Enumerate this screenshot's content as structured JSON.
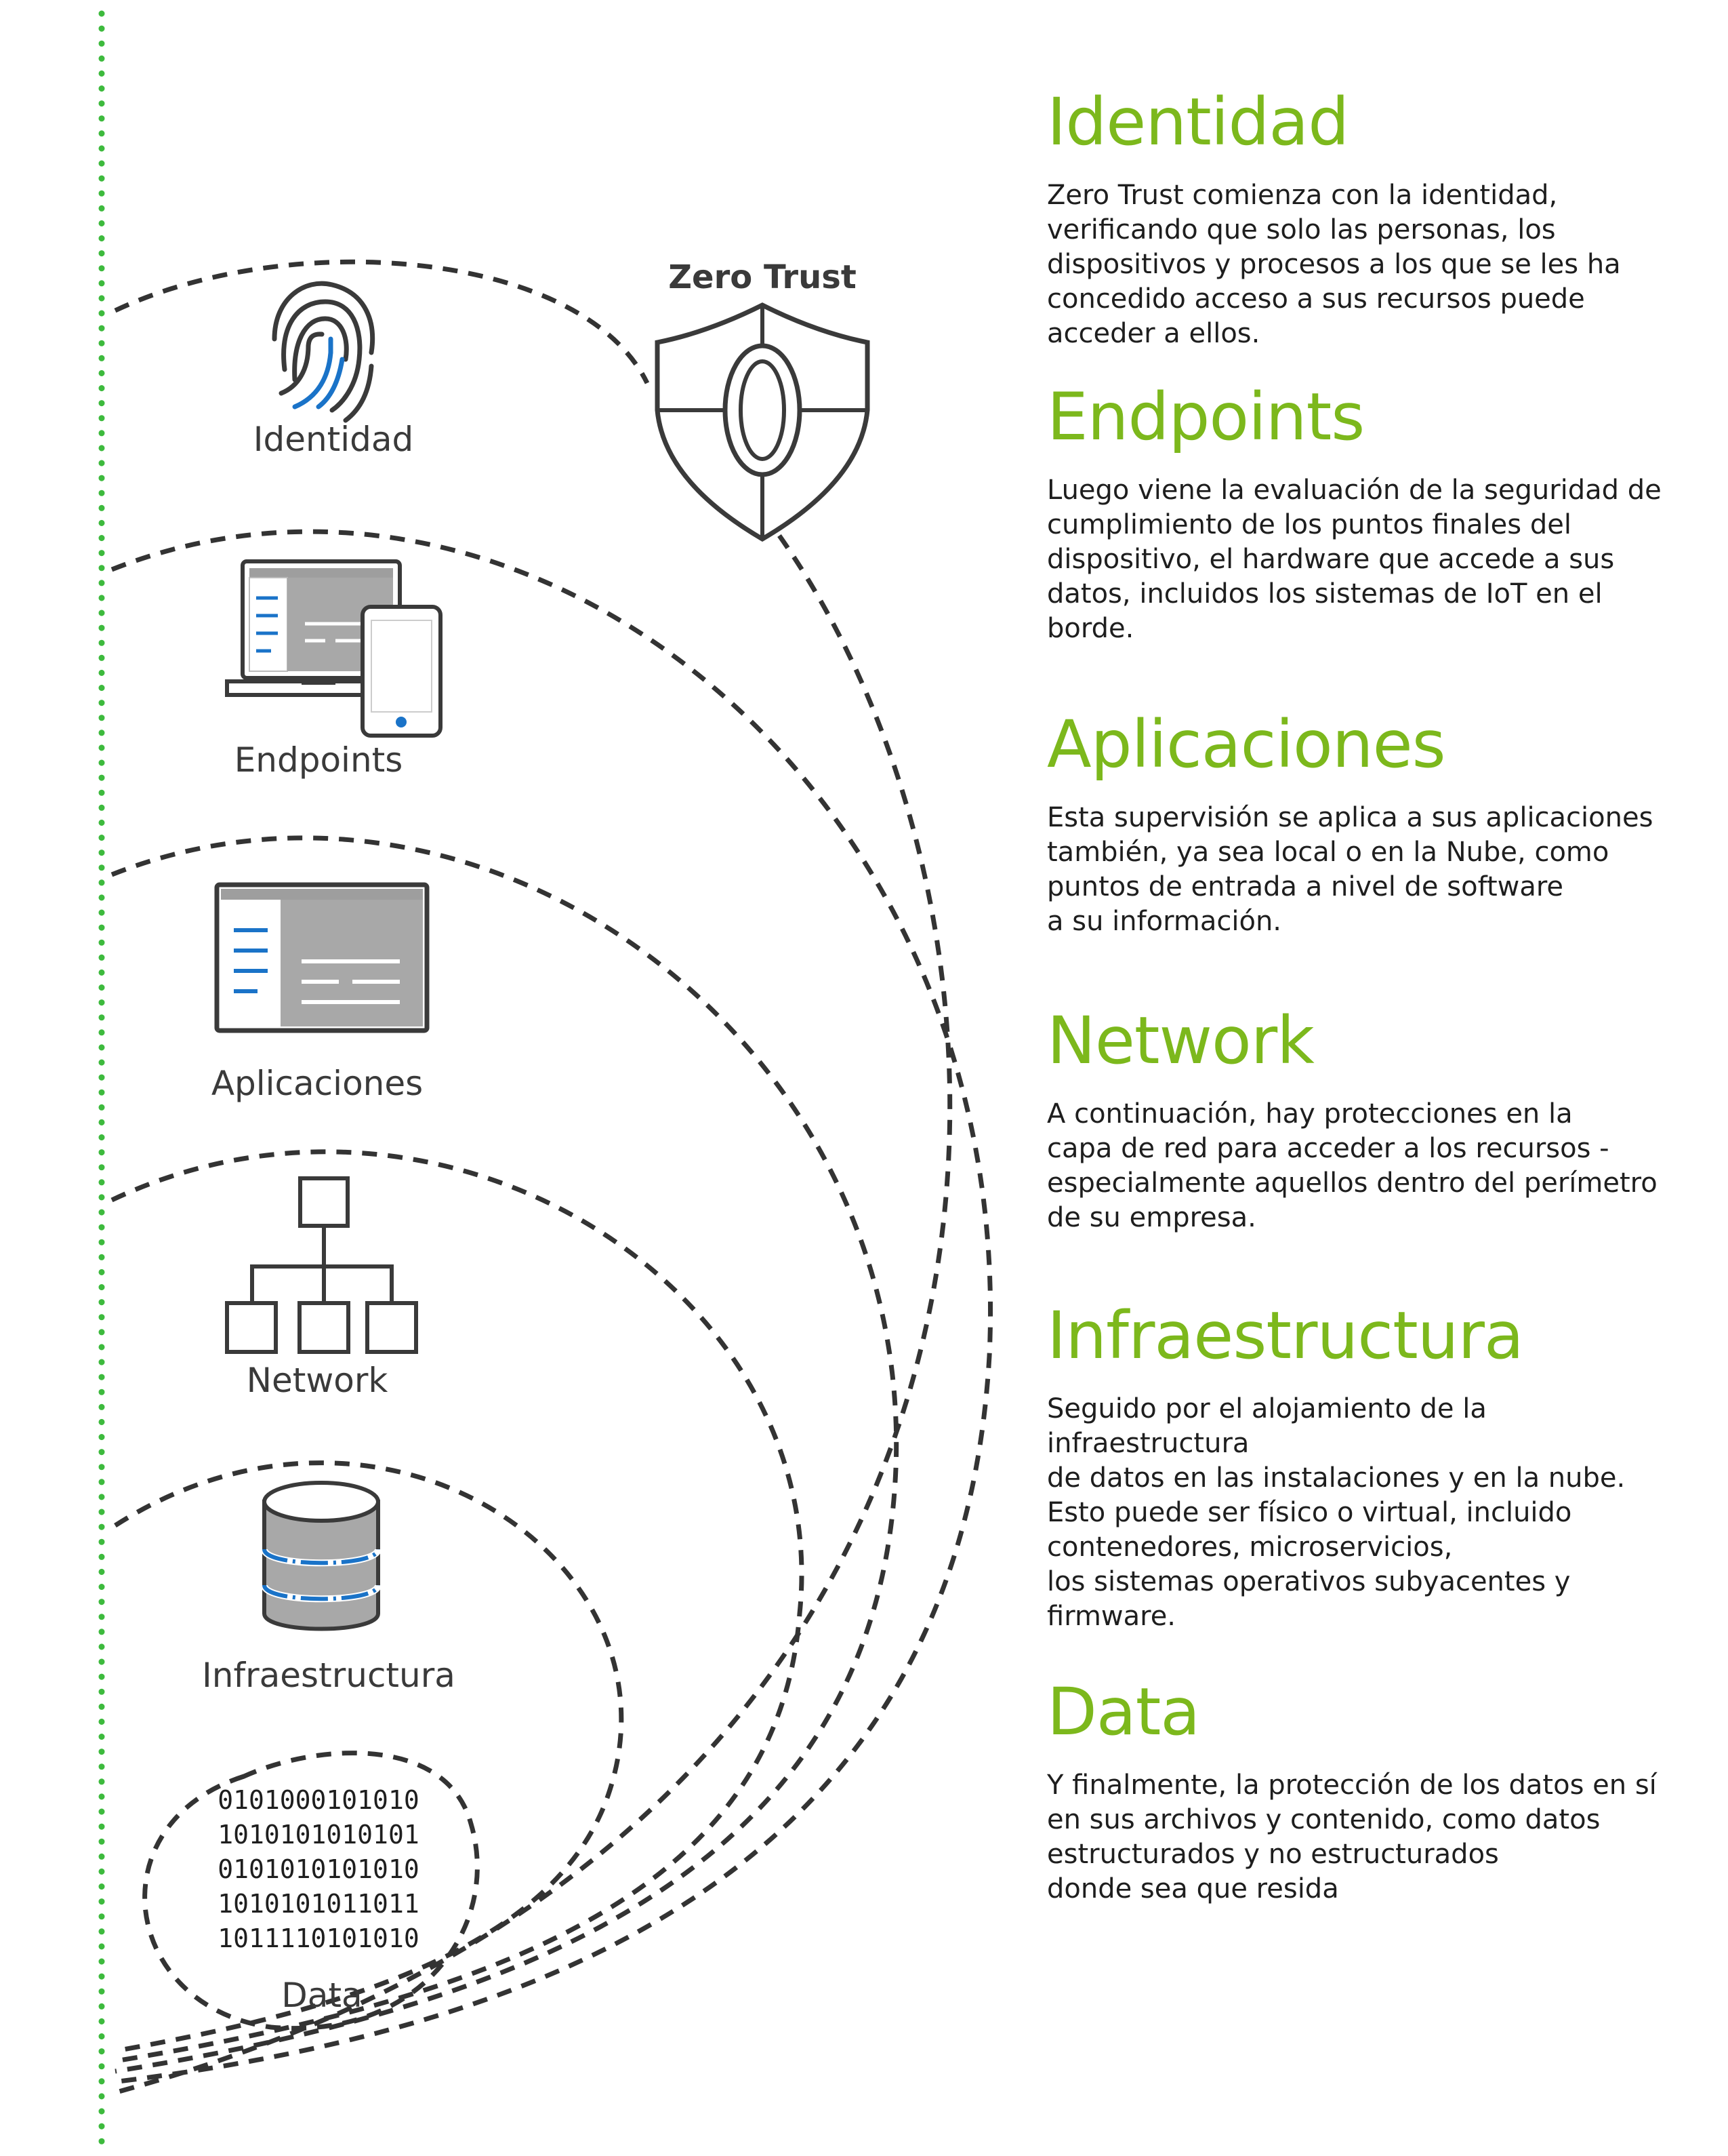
{
  "diagram": {
    "shield_title": "Zero Trust",
    "labels": {
      "identidad": "Identidad",
      "endpoints": "Endpoints",
      "aplicaciones": "Aplicaciones",
      "network": "Network",
      "infraestructura": "Infraestructura",
      "data": "Data"
    },
    "binary_rows": [
      "0101000101010",
      "1010101010101",
      "0101010101010",
      "1010101011011",
      "1011110101010"
    ],
    "icons": [
      "fingerprint-icon",
      "laptop-phone-icon",
      "application-window-icon",
      "network-hierarchy-icon",
      "database-icon",
      "shield-icon"
    ],
    "colors": {
      "accent_green": "#7cb81c",
      "accent_blue": "#1a73c8",
      "line_dark": "#333333",
      "dotted_green": "#3dba3d"
    }
  },
  "sections": [
    {
      "title": "Identidad",
      "text": "Zero Trust comienza con la identidad,\nverificando que solo las personas, los\ndispositivos y procesos a los que se les ha\nconcedido acceso a sus recursos puede\nacceder a ellos."
    },
    {
      "title": "Endpoints",
      "text": "Luego viene la evaluación de la seguridad de\ncumplimiento de los puntos finales del\ndispositivo, el hardware que accede a sus\ndatos, incluidos los sistemas de IoT en el\nborde."
    },
    {
      "title": "Aplicaciones",
      "text": "Esta supervisión se aplica a sus aplicaciones\ntambién, ya sea local o en la Nube, como\npuntos de entrada a nivel de software\na su información."
    },
    {
      "title": "Network",
      "text": "A continuación, hay protecciones en la\ncapa de red para acceder a los recursos -\nespecialmente aquellos dentro del perímetro\nde su empresa."
    },
    {
      "title": "Infraestructura",
      "text": "Seguido por el alojamiento de la infraestructura\nde datos en las instalaciones y en la nube.\nEsto puede ser físico o virtual, incluido\ncontenedores, microservicios,\nlos sistemas operativos subyacentes y\nfirmware."
    },
    {
      "title": "Data",
      "text": "Y finalmente, la protección de los datos en sí\nen sus archivos y contenido, como datos\nestructurados y no estructurados\ndonde sea que resida"
    }
  ]
}
